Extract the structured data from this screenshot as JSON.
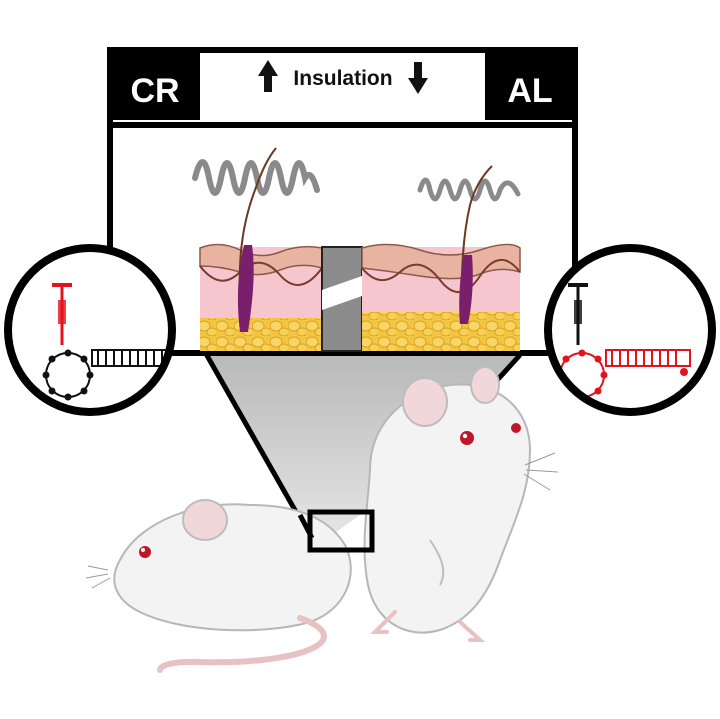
{
  "labels": {
    "left_group": "CR",
    "right_group": "AL",
    "center": "Insulation"
  },
  "icons": {
    "up": "arrow-up-icon",
    "down": "arrow-down-icon"
  },
  "colors": {
    "frame": "#000000",
    "red_highlight": "#e3131b",
    "hair": "#7a1f6b",
    "fur": "#7f7f7f",
    "fat": "#f2c94c",
    "dermis": "#f6c6cf",
    "epidermis": "#e9b3a2",
    "mouse_body": "#f2f2f2",
    "funnel": "#cfcfcf"
  }
}
